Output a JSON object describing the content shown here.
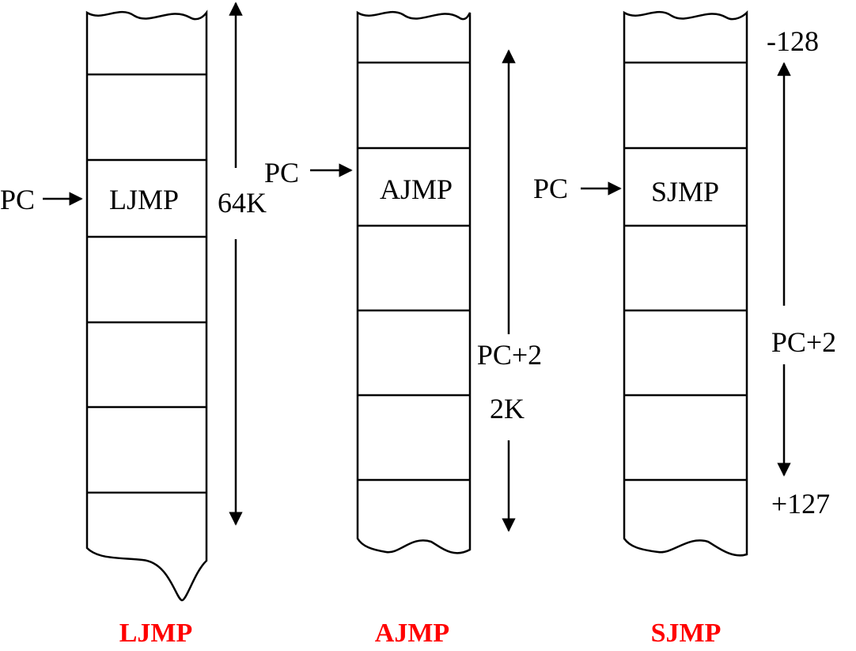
{
  "accent_color": "#ff0000",
  "line_color": "#000000",
  "diagrams": [
    {
      "instruction": "LJMP",
      "pc_label": "PC",
      "range_label": "64K",
      "caption": "LJMP"
    },
    {
      "instruction": "AJMP",
      "pc_label": "PC",
      "center_label": "PC+2",
      "range_label": "2K",
      "caption": "AJMP"
    },
    {
      "instruction": "SJMP",
      "pc_label": "PC",
      "top_label": "-128",
      "center_label": "PC+2",
      "bottom_label": "+127",
      "caption": "SJMP"
    }
  ]
}
